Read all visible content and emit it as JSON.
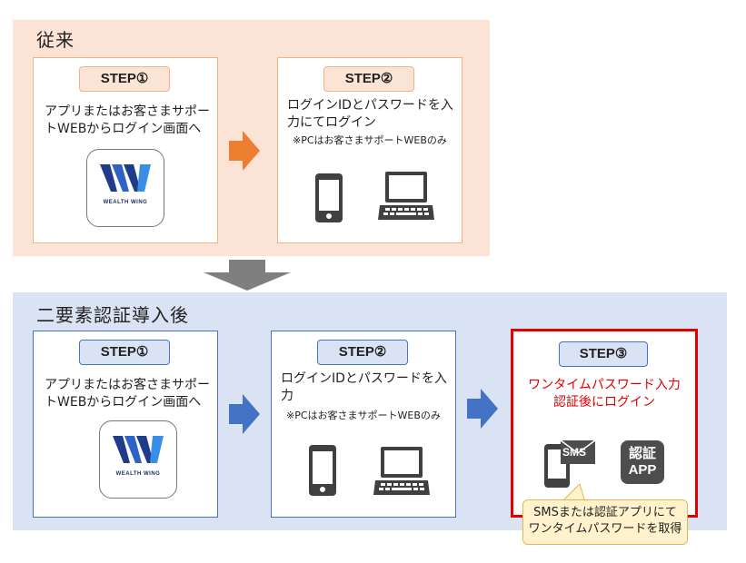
{
  "legacy": {
    "title": "従来",
    "step1": {
      "badge": "STEP①",
      "desc_line1": "アプリまたはお客さまサポー",
      "desc_line2": "トWEBからログイン画面へ",
      "logo_text": "WEALTH WING"
    },
    "step2": {
      "badge": "STEP②",
      "desc_line1": "ログインIDとパスワードを入",
      "desc_line2": "力にてログイン",
      "note": "※PCはお客さまサポートWEBのみ"
    }
  },
  "two_factor": {
    "title": "二要素認証導入後",
    "step1": {
      "badge": "STEP①",
      "desc_line1": "アプリまたはお客さまサポー",
      "desc_line2": "トWEBからログイン画面へ",
      "logo_text": "WEALTH WING"
    },
    "step2": {
      "badge": "STEP②",
      "desc_line1": "ログインIDとパスワードを入",
      "desc_line2": "力",
      "note": "※PCはお客さまサポートWEBのみ"
    },
    "step3": {
      "badge": "STEP③",
      "desc_line1": "ワンタイムパスワード入力",
      "desc_line2": "認証後にログイン",
      "sms_label": "SMS",
      "app_line1": "認証",
      "app_line2": "APP",
      "callout_line1": "SMSまたは認証アプリにて",
      "callout_line2": "ワンタイムパスワードを取得"
    }
  },
  "icons": [
    "wealth-wing-logo-icon",
    "smartphone-icon",
    "laptop-icon",
    "arrow-right-icon",
    "arrow-down-icon",
    "sms-phone-icon",
    "authenticator-app-icon"
  ],
  "colors": {
    "legacy_bg": "#fbe4d5",
    "legacy_border": "#f4b183",
    "legacy_arrow": "#ed7d31",
    "new_bg": "#dae3f3",
    "new_border": "#4472c4",
    "new_arrow": "#4472c4",
    "highlight_red": "#e00000",
    "callout_bg": "#fff2cc",
    "transition_arrow": "#7f7f7f"
  }
}
